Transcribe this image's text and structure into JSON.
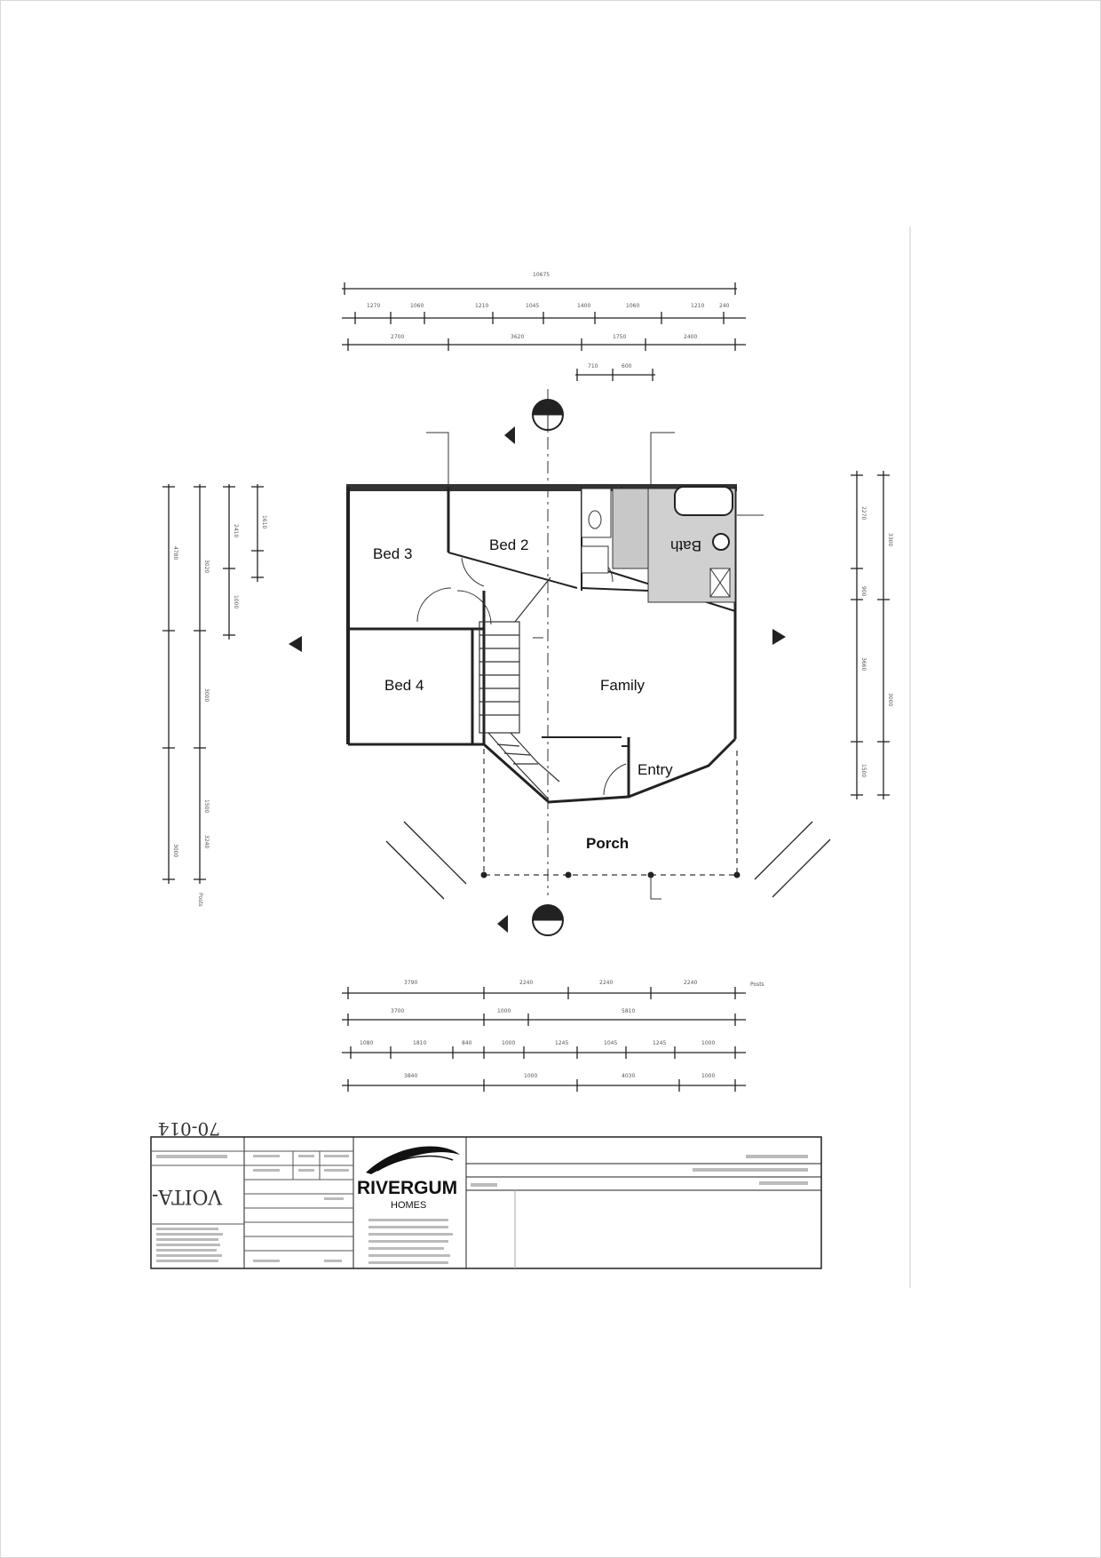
{
  "rooms": {
    "bed3": "Bed 3",
    "bed2": "Bed 2",
    "bed4": "Bed 4",
    "family": "Family",
    "entry": "Entry",
    "porch": "Porch"
  },
  "brand": {
    "name": "RIVERGUM",
    "sub": "HOMES"
  },
  "handwriting": {
    "top": "70-014",
    "left": "VOITA-"
  },
  "colors": {
    "ink": "#222222",
    "paper": "#ffffff",
    "text": "#111111"
  }
}
